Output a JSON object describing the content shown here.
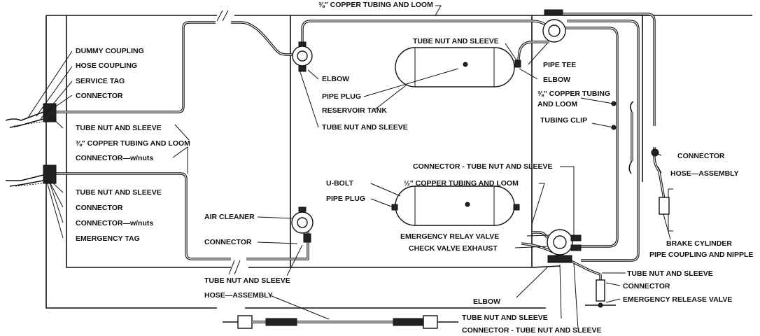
{
  "labels": {
    "copper_top": "⅜\" COPPER TUBING AND LOOM",
    "dummy_coupling": "DUMMY COUPLING",
    "hose_coupling": "HOSE COUPLING",
    "service_tag": "SERVICE TAG",
    "connector_1": "CONNECTOR",
    "tube_nut_sleeve_1": "TUBE NUT AND SLEEVE",
    "copper_left": "⅜\" COPPER TUBING AND LOOM",
    "connector_w_nuts_1": "CONNECTOR—w/nuts",
    "tube_nut_sleeve_2": "TUBE NUT AND SLEEVE",
    "connector_2": "CONNECTOR",
    "connector_w_nuts_2": "CONNECTOR—w/nuts",
    "emergency_tag": "EMERGENCY TAG",
    "air_cleaner": "AIR CLEANER",
    "connector_3": "CONNECTOR",
    "tube_nut_sleeve_3": "TUBE NUT AND SLEEVE",
    "hose_assembly_1": "HOSE—ASSEMBLY",
    "elbow_1": "ELBOW",
    "pipe_plug_1": "PIPE PLUG",
    "reservoir_tank": "RESERVOIR TANK",
    "tube_nut_sleeve_4": "TUBE NUT AND SLEEVE",
    "tube_nut_sleeve_5": "TUBE NUT AND SLEEVE",
    "pipe_tee": "PIPE TEE",
    "elbow_2": "ELBOW",
    "copper_right_1": "⅜\" COPPER TUBING",
    "copper_right_2": "AND LOOM",
    "tubing_clip": "TUBING CLIP",
    "connector_tns_1": "CONNECTOR - TUBE NUT AND SLEEVE",
    "u_bolt": "U-BOLT",
    "copper_half": "½\" COPPER TUBING AND LOOM",
    "pipe_plug_2": "PIPE PLUG",
    "emergency_relay_valve": "EMERGENCY RELAY VALVE",
    "check_valve_exhaust": "CHECK VALVE EXHAUST",
    "connector_4": "CONNECTOR",
    "hose_assembly_2": "HOSE—ASSEMBLY",
    "brake_cylinder": "BRAKE CYLINDER",
    "pipe_coupling_nipple": "PIPE COUPLING AND NIPPLE",
    "tube_nut_sleeve_6": "TUBE NUT AND SLEEVE",
    "connector_5": "CONNECTOR",
    "emergency_release_valve": "EMERGENCY RELEASE VALVE",
    "elbow_3": "ELBOW",
    "tube_nut_sleeve_7": "TUBE NUT AND SLEEVE",
    "connector_tns_2": "CONNECTOR - TUBE NUT AND SLEEVE"
  }
}
